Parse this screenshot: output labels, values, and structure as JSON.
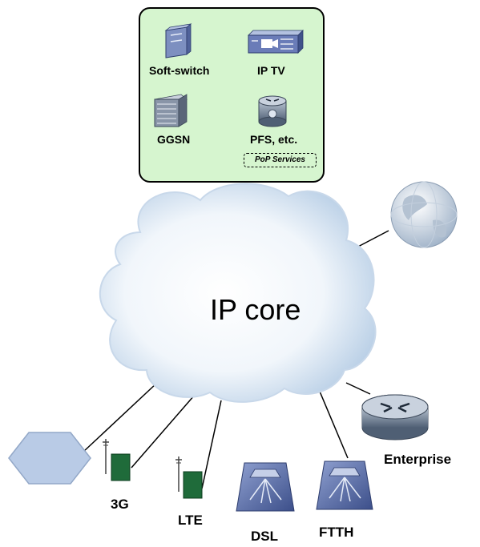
{
  "pop_services": {
    "caption": "PoP Services",
    "items": [
      {
        "label": "Soft-switch",
        "icon": "soft-switch-icon"
      },
      {
        "label": "IP TV",
        "icon": "ip-tv-icon"
      },
      {
        "label": "GGSN",
        "icon": "ggsn-icon"
      },
      {
        "label": "PFS, etc.",
        "icon": "pfs-icon"
      }
    ]
  },
  "core": {
    "label": "IP core"
  },
  "access": [
    {
      "label": "3G",
      "icon": "antenna-icon"
    },
    {
      "label": "LTE",
      "icon": "antenna-icon"
    },
    {
      "label": "DSL",
      "icon": "access-node-icon"
    },
    {
      "label": "FTTH",
      "icon": "access-node-icon"
    }
  ],
  "enterprise": {
    "label": "Enterprise",
    "icon": "router-icon"
  },
  "colors": {
    "pop_box": "#d6f5cf",
    "cloud": "#dfeaf6",
    "access_node": "#5a6ea8",
    "antenna": "#1f6b3a"
  }
}
